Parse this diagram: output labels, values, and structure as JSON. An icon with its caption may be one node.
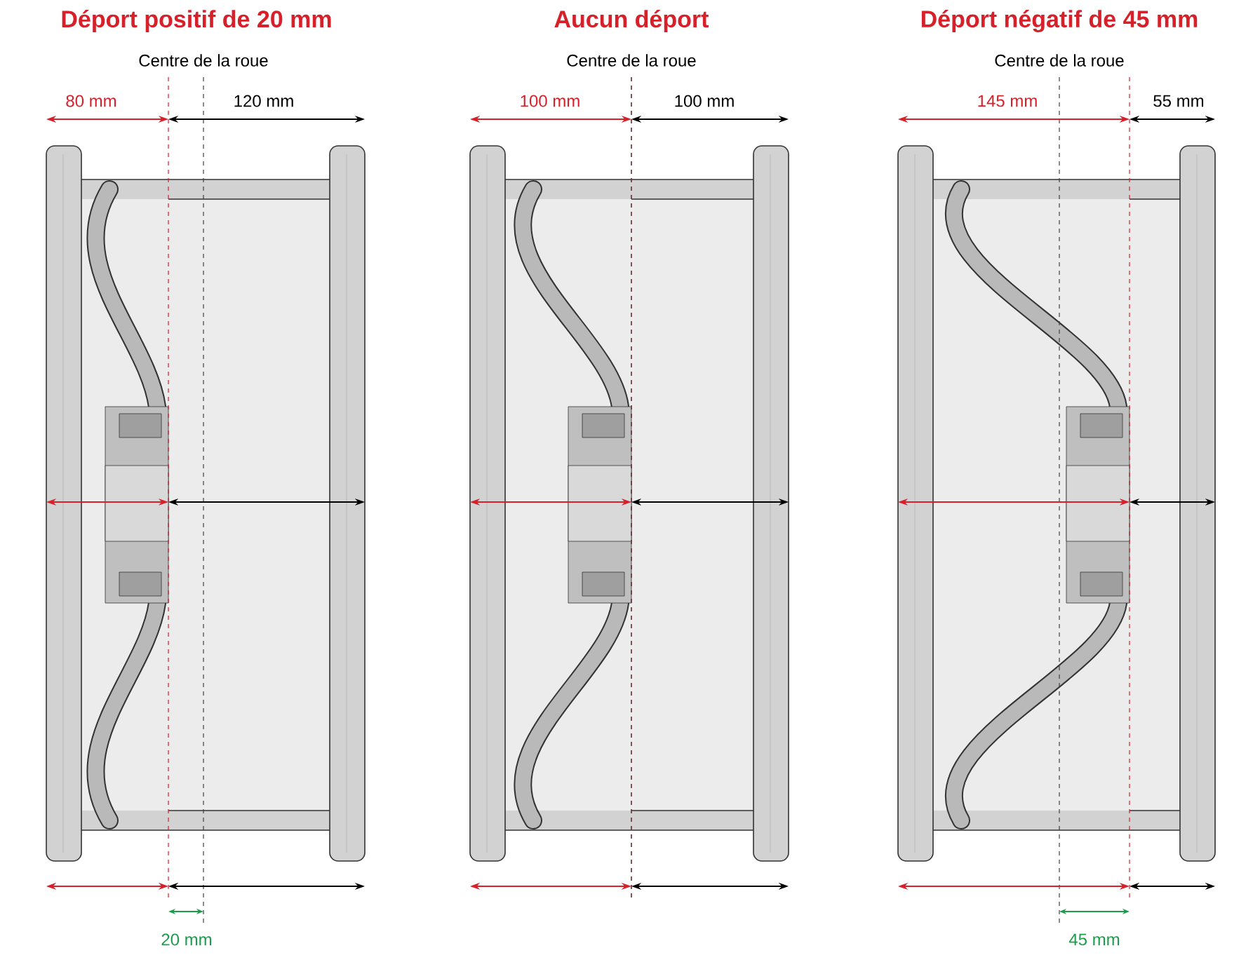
{
  "diagram": {
    "labels": [
      "Déport positif de 20 mm",
      "Centre de la roue",
      "80 mm",
      "120 mm",
      "Aucun déport",
      "Centre de la roue",
      "100 mm",
      "100 mm",
      "Déport négatif de 45 mm",
      "Centre de la roue",
      "145 mm",
      "55 mm",
      "20 mm",
      "45 mm"
    ]
  }
}
